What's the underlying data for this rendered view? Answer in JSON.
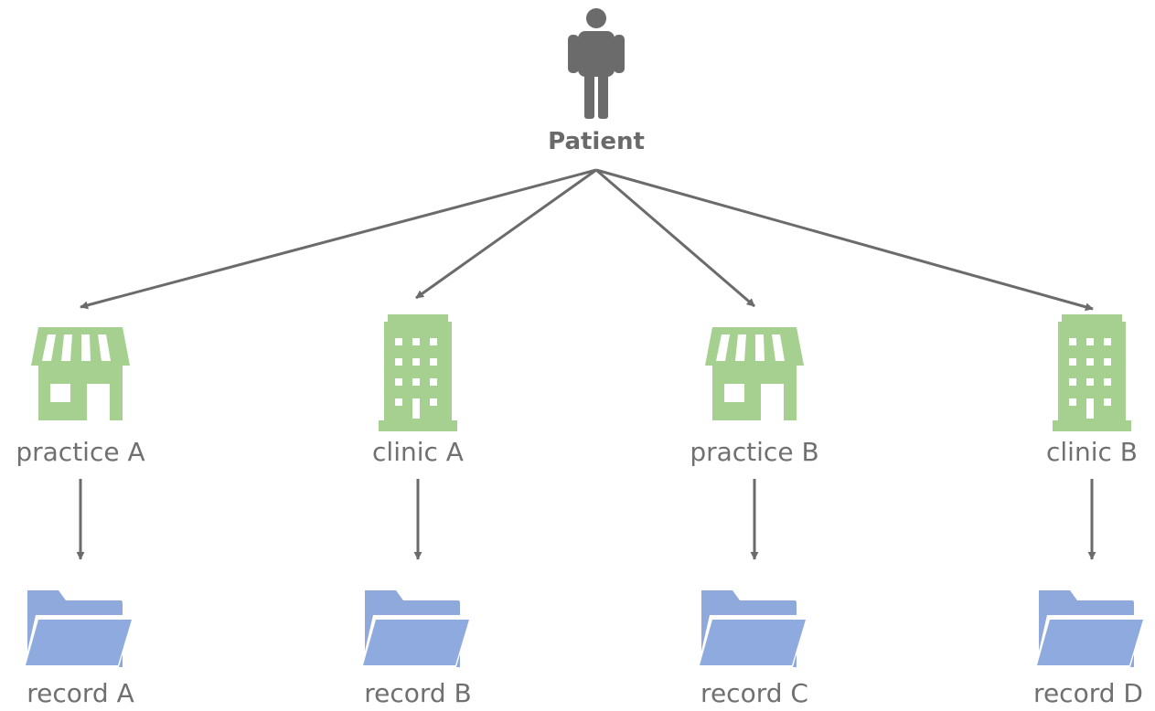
{
  "patient": {
    "label": "Patient",
    "icon": "person-icon"
  },
  "facilities": [
    {
      "label": "practice A",
      "icon": "storefront-icon",
      "record": "record A"
    },
    {
      "label": "clinic A",
      "icon": "building-icon",
      "record": "record B"
    },
    {
      "label": "practice B",
      "icon": "storefront-icon",
      "record": "record C"
    },
    {
      "label": "clinic B",
      "icon": "building-icon",
      "record": "record D"
    }
  ],
  "colors": {
    "person": "#6b6b6b",
    "arrow": "#6b6b6b",
    "facility": "#a5d08f",
    "folder_back": "#8fa9dc",
    "folder_front": "#8eaadf",
    "text": "#707070"
  }
}
